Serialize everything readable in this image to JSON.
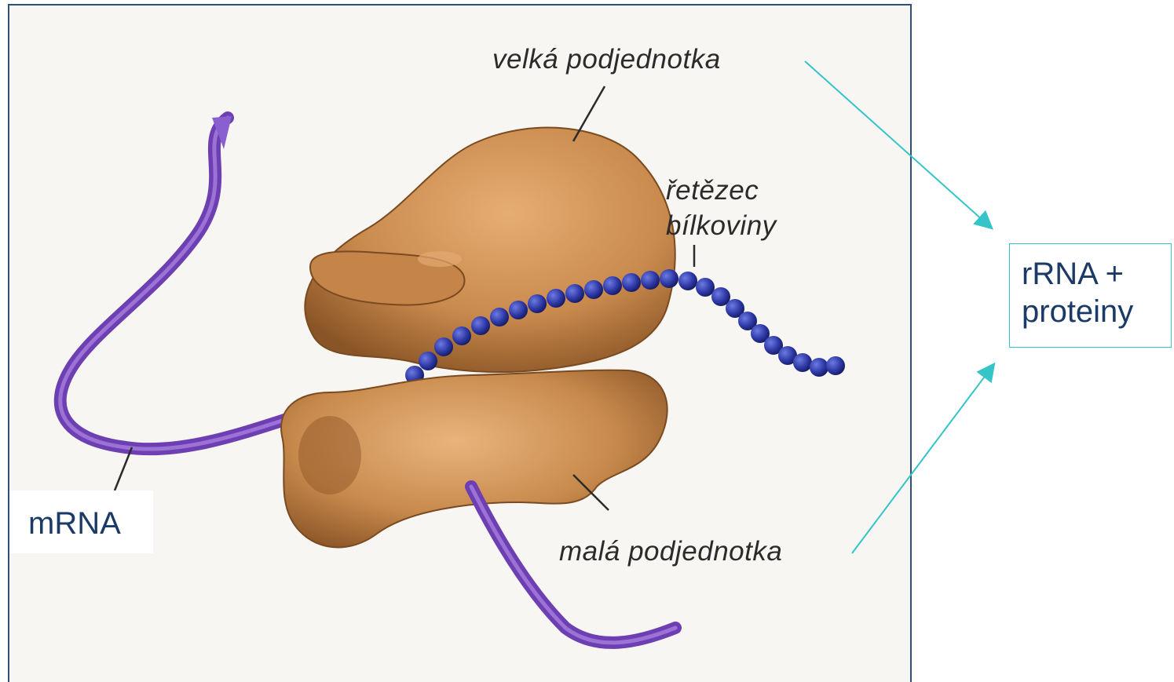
{
  "diagram": {
    "labels": {
      "large_subunit": "velká podjednotka",
      "protein_chain_line1": "řetězec",
      "protein_chain_line2": "bílkoviny",
      "small_subunit": "malá podjednotka",
      "mrna": "mRNA",
      "composition_line1": "rRNA +",
      "composition_line2": "proteiny"
    },
    "colors": {
      "frame_border": "#2d4f78",
      "arrow": "#35c4c7",
      "ribosome": "#c88a4c",
      "mrna_ribbon": "#7b4fc0",
      "protein_beads": "#2f3aa8",
      "label_text": "#1b3a66"
    }
  }
}
